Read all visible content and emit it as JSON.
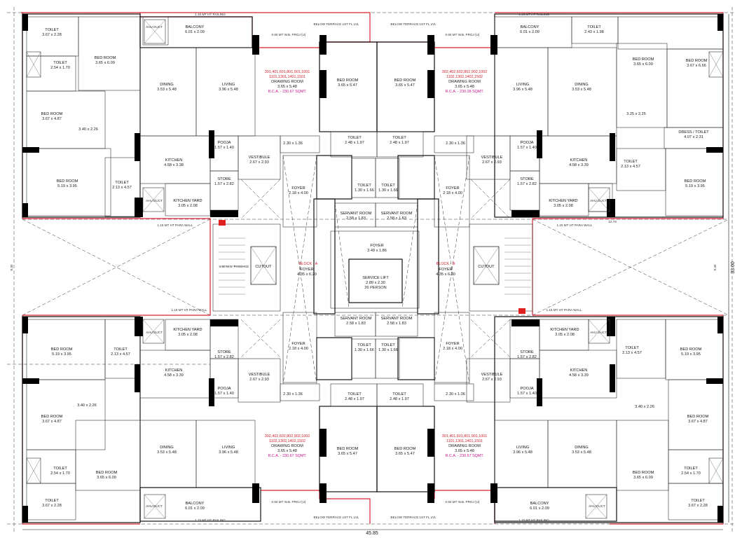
{
  "dims": {
    "overall_width": "45.85",
    "overall_height": "33.00",
    "left_height": "8.30",
    "right_height": "9.30"
  },
  "units": {
    "top_left": {
      "nums1": "301,401,601,801,901,1001",
      "nums2": "1101,1301,1401,1501",
      "room": "DRAWING ROOM",
      "size": "3.65 x 5.48",
      "rca": "R.C.A. - 230.67 SQMT."
    },
    "top_right": {
      "nums1": "302,402,602,802,902,1002",
      "nums2": "1102,1302,1402,1502",
      "room": "DRAWING ROOM",
      "size": "3.65 x 5.48",
      "rca": "R.C.A. - 230.28 SQMT."
    },
    "bot_left": {
      "nums1": "302,402,602,802,902,1002",
      "nums2": "1102,1302,1402,1502",
      "room": "DRAWING ROOM",
      "size": "3.65 x 5.48",
      "rca": "R.C.A. - 230.67 SQMT."
    },
    "bot_right": {
      "nums1": "301,401,601,801,901,1001",
      "nums2": "1101,1301,1401,1501",
      "room": "DRAWING ROOM",
      "size": "3.65 x 5.48",
      "rca": "R.C.A. - 230.67 SQMT."
    }
  },
  "rooms": {
    "tl_toilet_a": {
      "name": "TOILET",
      "size": "3.67 x 2.28"
    },
    "tl_balcony": {
      "name": "BALCONY",
      "size": "6.01 x 2.09"
    },
    "tl_bed_a": {
      "name": "BED ROOM",
      "size": "3.65 x 6.09"
    },
    "tl_toilet_b": {
      "name": "TOILET",
      "size": "2.54 x 1.70"
    },
    "tl_dining": {
      "name": "DINING",
      "size": "3.53 x 5.48"
    },
    "tl_living": {
      "name": "LIVING",
      "size": "3.96 x 5.48"
    },
    "tl_bed_b": {
      "name": "BED ROOM",
      "size": "3.67 x 4.87"
    },
    "tl_dim_a": {
      "name": "3.40 x 2.26",
      "size": ""
    },
    "tl_pooja": {
      "name": "POOJA",
      "size": "1.57 x 1.40"
    },
    "tl_kitchen": {
      "name": "KITCHEN",
      "size": "4.58 x 3.38"
    },
    "tl_vestibule": {
      "name": "VESTIBULE",
      "size": "2.67 x 2.93"
    },
    "tl_bed_c": {
      "name": "BED ROOM",
      "size": "5.19 x 3.95"
    },
    "tl_toilet_c": {
      "name": "TOILET",
      "size": "2.13 x 4.57"
    },
    "tl_store": {
      "name": "STORE",
      "size": "1.57 x 2.82"
    },
    "tl_kyard": {
      "name": "KITCHEN YARD",
      "size": "3.05 x 2.08"
    },
    "c_bed_l": {
      "name": "BED ROOM",
      "size": "3.65 x 5.47"
    },
    "c_bed_r": {
      "name": "BED ROOM",
      "size": "3.65 x 5.47"
    },
    "c_toilet_l": {
      "name": "TOILET",
      "size": "2.48 x 1.97"
    },
    "c_toilet_r": {
      "name": "TOILET",
      "size": "2.48 x 1.97"
    },
    "c_dim_l": {
      "name": "2.30 x 1.36",
      "size": ""
    },
    "c_dim_r": {
      "name": "2.30 x 1.36",
      "size": ""
    },
    "c_toilet_sm_l": {
      "name": "TOILET",
      "size": "1.30 x 1.66"
    },
    "c_toilet_sm_r": {
      "name": "TOILET",
      "size": "1.30 x 1.66"
    },
    "c_foyer_l": {
      "name": "FOYER",
      "size": "2.18 x 4.00"
    },
    "c_foyer_r": {
      "name": "FOYER",
      "size": "2.18 x 4.00"
    },
    "c_servant_l": {
      "name": "SERVANT ROOM",
      "size": "2.58 x 1.83"
    },
    "c_servant_r": {
      "name": "SERVANT ROOM",
      "size": "2.58 x 1.83"
    },
    "c_foyer_mid": {
      "name": "FOYER",
      "size": "3.49 x 1.86"
    },
    "c_lift": {
      "name": "SERVICE LIFT",
      "size": "2.89 x 2.30"
    },
    "c_lift_cap": {
      "name": "26 PERSON",
      "size": ""
    },
    "c_foyer_west": {
      "name": "FOYER",
      "size": "4.35 x 6.20"
    },
    "c_foyer_east": {
      "name": "FOYER",
      "size": "4.35 x 6.20"
    },
    "c_cutout_l": {
      "name": "CUTOUT",
      "size": ""
    },
    "c_cutout_r": {
      "name": "CUTOUT",
      "size": ""
    },
    "tr_balcony": {
      "name": "BALCONY",
      "size": "6.01 x 2.09"
    },
    "tr_toilet_a": {
      "name": "TOILET",
      "size": "2.43 x 1.98"
    },
    "tr_bed_a": {
      "name": "BED ROOM",
      "size": "3.65 x 6.09"
    },
    "tr_bed_a2": {
      "name": "BED ROOM",
      "size": "3.67 x 6.66"
    },
    "tr_living": {
      "name": "LIVING",
      "size": "3.96 x 5.48"
    },
    "tr_dining": {
      "name": "DINING",
      "size": "3.53 x 5.48"
    },
    "tr_dim_a": {
      "name": "3.25 x 2.25",
      "size": ""
    },
    "tr_dress": {
      "name": "DRESS / TOILET",
      "size": "4.07 x 2.31"
    },
    "tr_vestibule": {
      "name": "VESTIBULE",
      "size": "2.67 x 2.93"
    },
    "tr_pooja": {
      "name": "POOJA",
      "size": "1.57 x 1.40"
    },
    "tr_kitchen": {
      "name": "KITCHEN",
      "size": "4.58 x 3.39"
    },
    "tr_toilet_c": {
      "name": "TOILET",
      "size": "2.13 x 4.57"
    },
    "tr_bed_c": {
      "name": "BED ROOM",
      "size": "5.19 x 3.95"
    },
    "tr_store": {
      "name": "STORE",
      "size": "1.57 x 2.82"
    },
    "tr_kyard": {
      "name": "KITCHEN YARD",
      "size": "3.05 x 2.08"
    },
    "bl_bed_c": {
      "name": "BED ROOM",
      "size": "5.19 x 3.95"
    },
    "bl_toilet_c": {
      "name": "TOILET",
      "size": "2.13 x 4.57"
    },
    "bl_kyard": {
      "name": "KITCHEN YARD",
      "size": "3.05 x 2.08"
    },
    "bl_store": {
      "name": "STORE",
      "size": "1.57 x 2.82"
    },
    "bl_vestibule": {
      "name": "VESTIBULE",
      "size": "2.67 x 2.93"
    },
    "bl_kitchen": {
      "name": "KITCHEN",
      "size": "4.58 x 3.39"
    },
    "bl_pooja": {
      "name": "POOJA",
      "size": "1.57 x 1.40"
    },
    "bl_bed_b": {
      "name": "BED ROOM",
      "size": "3.67 x 4.87"
    },
    "bl_dim_a": {
      "name": "3.40 x 2.26",
      "size": ""
    },
    "bl_dining": {
      "name": "DINING",
      "size": "3.53 x 5.48"
    },
    "bl_living": {
      "name": "LIVING",
      "size": "3.96 x 5.48"
    },
    "bl_toilet_b": {
      "name": "TOILET",
      "size": "2.54 x 1.70"
    },
    "bl_bed_a": {
      "name": "BED ROOM",
      "size": "3.65 x 6.09"
    },
    "bl_toilet_a": {
      "name": "TOILET",
      "size": "3.67 x 2.28"
    },
    "bl_balcony": {
      "name": "BALCONY",
      "size": "6.01 x 2.09"
    },
    "cb_bed_l": {
      "name": "BED ROOM",
      "size": "3.65 x 5.47"
    },
    "cb_bed_r": {
      "name": "BED ROOM",
      "size": "3.65 x 5.47"
    },
    "cb_toilet_l": {
      "name": "TOILET",
      "size": "2.48 x 1.97"
    },
    "cb_toilet_r": {
      "name": "TOILET",
      "size": "2.48 x 1.97"
    },
    "cb_dim_l": {
      "name": "2.30 x 1.36",
      "size": ""
    },
    "cb_dim_r": {
      "name": "2.30 x 1.36",
      "size": ""
    },
    "cb_foyer_l": {
      "name": "FOYER",
      "size": "2.18 x 4.00"
    },
    "cb_foyer_r": {
      "name": "FOYER",
      "size": "2.18 x 4.00"
    },
    "cb_servant_l": {
      "name": "SERVANT ROOM",
      "size": "2.58 x 1.83"
    },
    "cb_servant_r": {
      "name": "SERVANT ROOM",
      "size": "2.58 x 1.83"
    },
    "cb_toilet_sm_l": {
      "name": "TOILET",
      "size": "1.30 x 1.66"
    },
    "cb_toilet_sm_r": {
      "name": "TOILET",
      "size": "1.30 x 1.66"
    },
    "br_bed_c": {
      "name": "BED ROOM",
      "size": "5.19 x 3.95"
    },
    "br_toilet_c": {
      "name": "TOILET",
      "size": "2.13 x 4.57"
    },
    "br_kyard": {
      "name": "KITCHEN YARD",
      "size": "3.05 x 2.08"
    },
    "br_store": {
      "name": "STORE",
      "size": "1.57 x 2.82"
    },
    "br_vestibule": {
      "name": "VESTIBULE",
      "size": "2.67 x 2.93"
    },
    "br_kitchen": {
      "name": "KITCHEN",
      "size": "4.58 x 3.39"
    },
    "br_pooja": {
      "name": "POOJA",
      "size": "1.57 x 1.40"
    },
    "br_bed_b": {
      "name": "BED ROOM",
      "size": "3.67 x 4.87"
    },
    "br_dim_a": {
      "name": "3.40 x 2.26",
      "size": ""
    },
    "br_living": {
      "name": "LIVING",
      "size": "3.96 x 5.48"
    },
    "br_dining": {
      "name": "DINING",
      "size": "3.53 x 5.48"
    },
    "br_toilet_b": {
      "name": "TOILET",
      "size": "2.54 x 1.70"
    },
    "br_bed_a": {
      "name": "BED ROOM",
      "size": "3.65 x 6.09"
    },
    "br_toilet_a": {
      "name": "TOILET",
      "size": "3.67 x 2.28"
    },
    "br_balcony": {
      "name": "BALCONY",
      "size": "6.01 x 2.09"
    }
  },
  "notes": {
    "railing": "1.15 MT HT RAILING",
    "para_wall": "1.15 MT HT PARA WALL",
    "proj": "0.60 MT W.B. PROJ (U)",
    "ahu": "AHU DUCT",
    "passage": "1.80 M.S. PASSAGE",
    "block_a": "BLOCK - A",
    "block_b": "BLOCK - B",
    "below_terrace": "BELOW TERRACE 1ST FL LVL",
    "duct_top": "DUCT",
    "s_dim": "12.79"
  },
  "colors": {
    "wall": "#111111",
    "outline": "#d8232e",
    "unit_label": "#d01f2b",
    "area_label": "#c2188c"
  }
}
